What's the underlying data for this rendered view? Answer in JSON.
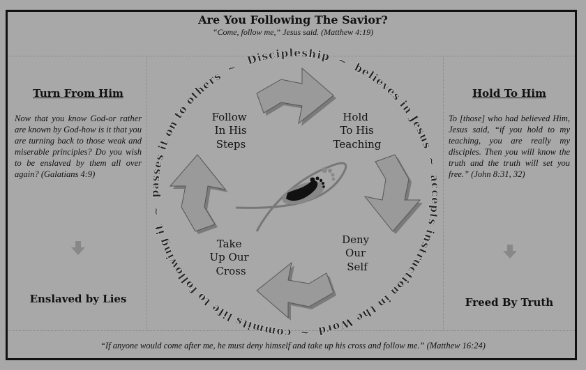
{
  "header": {
    "title": "Are You Following The Savior?",
    "subtitle": "“Come, follow me,” Jesus said.  (Matthew 4:19)"
  },
  "left_panel": {
    "heading": "Turn From Him",
    "body": "Now that you know God-or rather are known by God-how is it that you are turning back to those weak and miserable principles? Do you wish to be enslaved by them all over again? (Galatians 4:9)",
    "outcome": "Enslaved by Lies"
  },
  "right_panel": {
    "heading": "Hold To Him",
    "body": "To [those] who had believed Him, Jesus said, “if you hold to my teaching, you are really my disciples.  Then you will know the truth and the truth will set you free.” (John 8:31, 32)",
    "outcome": "Freed By Truth"
  },
  "cycle": {
    "ring_text": "Discipleship  ~  believes in Jesus  ~  accepts instruction in the Word  ~  commits life to following it  ~  passes it on to others  ~",
    "stages": [
      {
        "lines": [
          "Follow",
          "In His",
          "Steps"
        ]
      },
      {
        "lines": [
          "Hold",
          "To His",
          "Teaching"
        ]
      },
      {
        "lines": [
          "Deny",
          "Our",
          "Self"
        ]
      },
      {
        "lines": [
          "Take",
          "Up Our",
          "Cross"
        ]
      }
    ]
  },
  "footer": {
    "quote": "“If anyone would come after me, he must deny himself and take up his cross and follow me.”  (Matthew 16:24)"
  },
  "colors": {
    "background": "#a8a8a8",
    "arrow_fill": "#9a9a9a",
    "border": "#111111"
  }
}
